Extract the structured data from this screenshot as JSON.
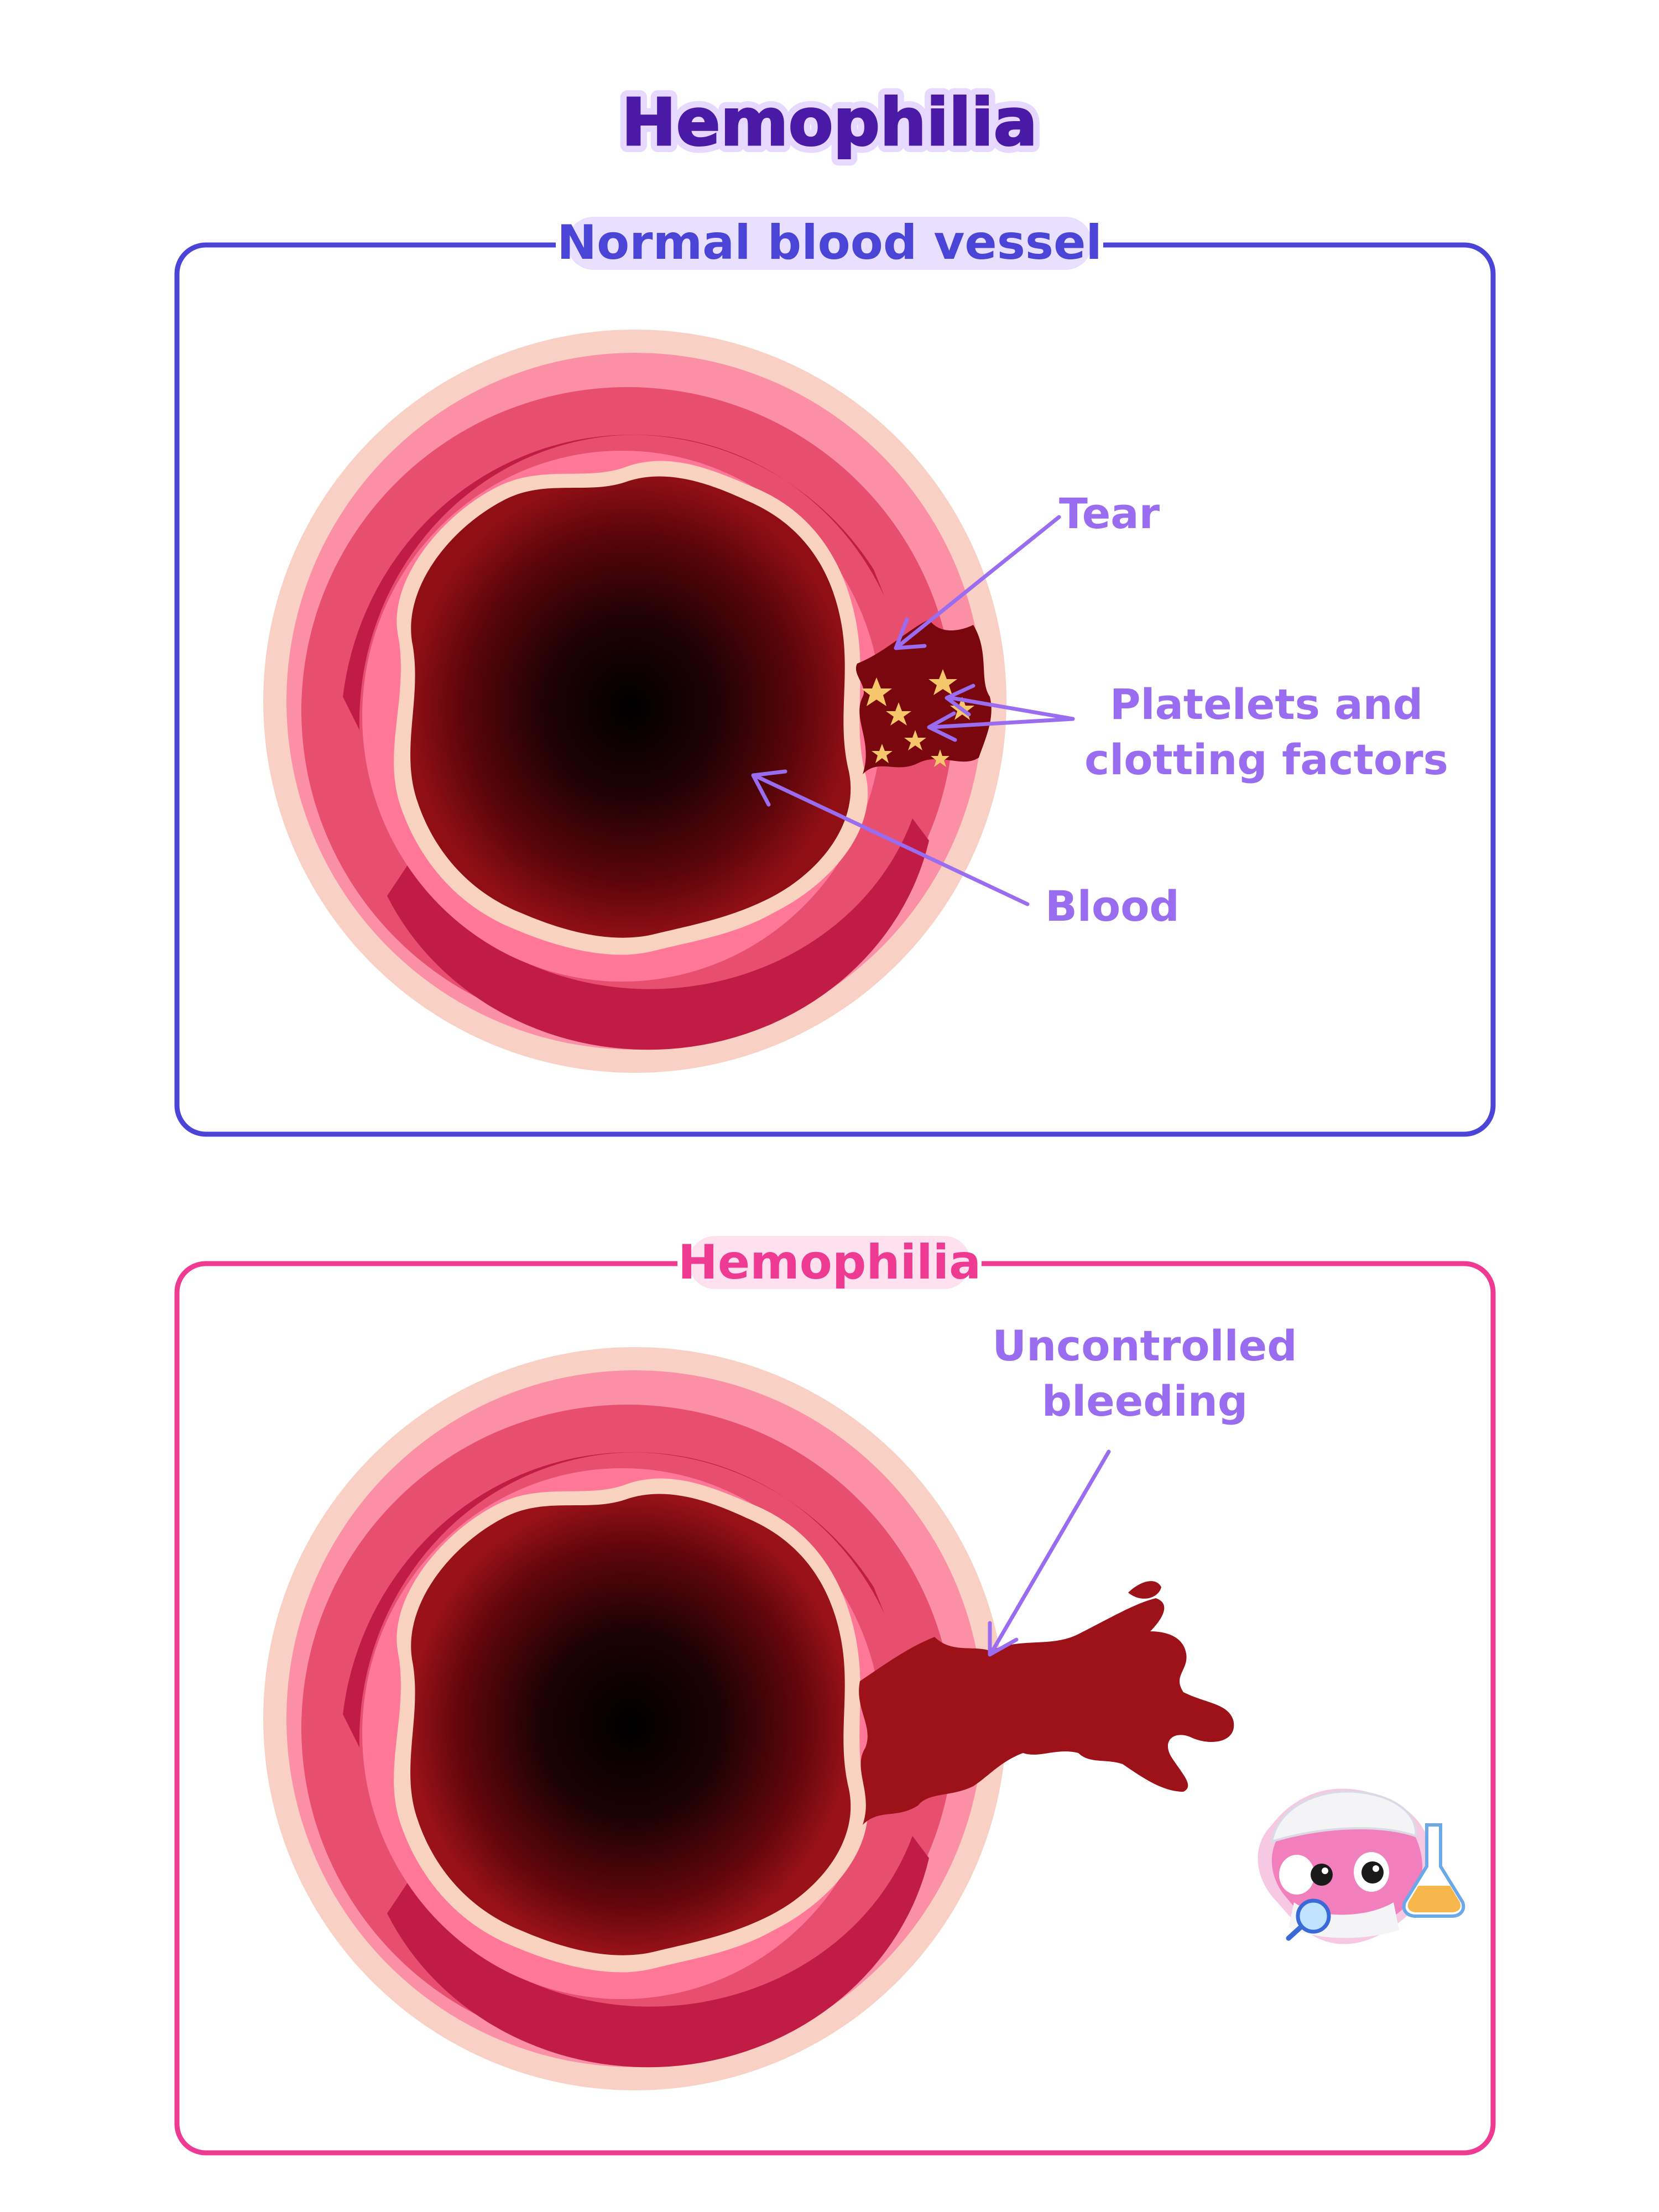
{
  "title": "Hemophilia",
  "panels": {
    "normal": {
      "title": "Normal blood vessel",
      "labels": {
        "tear": "Tear",
        "platelets_line1": "Platelets and",
        "platelets_line2": "clotting factors",
        "blood": "Blood"
      }
    },
    "hemophilia": {
      "title": "Hemophilia",
      "labels": {
        "bleeding_line1": "Uncontrolled",
        "bleeding_line2": "bleeding"
      }
    }
  },
  "colors": {
    "title_fill": "#4a1aa6",
    "title_outline": "#e6d8ff",
    "normal_border": "#4a45d6",
    "normal_title": "#4a45d6",
    "hemo_border": "#ee3a92",
    "hemo_title": "#ee3a92",
    "label": "#9a6cf0",
    "outer_glow": "#f9d0c4",
    "outer_wall": "#fa8fa6",
    "mid_wall": "#e84f6e",
    "dark_band": "#c11c45",
    "inner_wall": "#ff7898",
    "endothelium": "#f9d2c0",
    "blood_dark": "#7a070d",
    "blood_mid": "#9c1218",
    "star": "#f6c66a"
  }
}
